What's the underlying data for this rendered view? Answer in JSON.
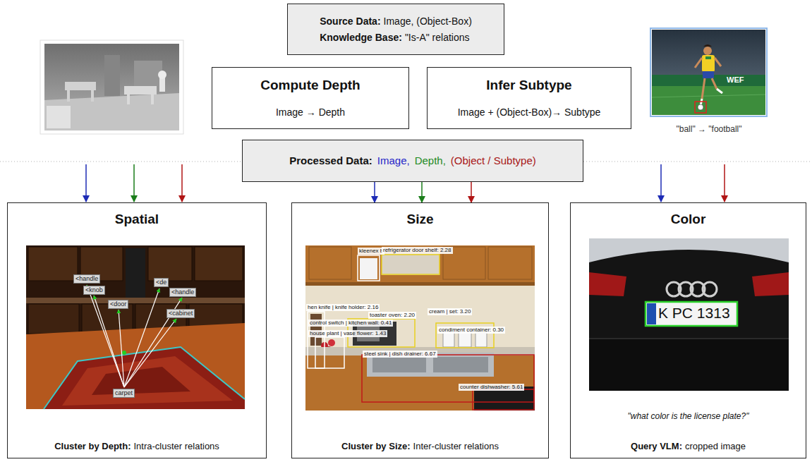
{
  "diagram": {
    "nodes": [
      {
        "text": [
          "Source Data:",
          "Image, (Object-Box)",
          "Knowledge Base:",
          "\"Is-A\" relations"
        ]
      },
      {
        "text": [
          "Compute Depth",
          "Image → Depth"
        ]
      },
      {
        "text": [
          "Infer Subtype",
          "Image + (Object-Box)→ Subtype"
        ]
      },
      {
        "text": [
          "Processed Data:",
          "Image,",
          "Depth,",
          "(Object / Subtype)"
        ]
      },
      {
        "text": [
          "Spatial",
          "Cluster by Depth:",
          "Intra-cluster relations"
        ]
      },
      {
        "text": [
          "Size",
          "Cluster by Size:",
          "Inter-cluster relations"
        ]
      },
      {
        "text": [
          "Color",
          "\"what color is the license plate?\"",
          "Query VLM:",
          "cropped image"
        ]
      }
    ],
    "edges": [
      {
        "from": 3,
        "to": 5,
        "arrow": "to"
      },
      {
        "from": 3,
        "to": 5,
        "arrow": "to"
      },
      {
        "from": 3,
        "to": 5,
        "arrow": "to"
      }
    ],
    "labels": [
      "\"ball\" → \"football\"",
      "WEF",
      "<handle",
      "<knob",
      "<door",
      "<de",
      "<handle",
      "<cabinet",
      "carpet",
      "kleenex b",
      "refrigerator door shelf: 2.28",
      "hen knife | knife holder: 2.16",
      "toaster oven: 2.20",
      "cream | set: 3.20",
      "control switch | kitchen wall: 0.41",
      "house plant | vase flower: 1.43",
      "condiment container: 0.30",
      "steel sink | dish drainer: 6.67",
      "counter dishwasher: 5.61",
      "K PC 1313"
    ]
  }
}
